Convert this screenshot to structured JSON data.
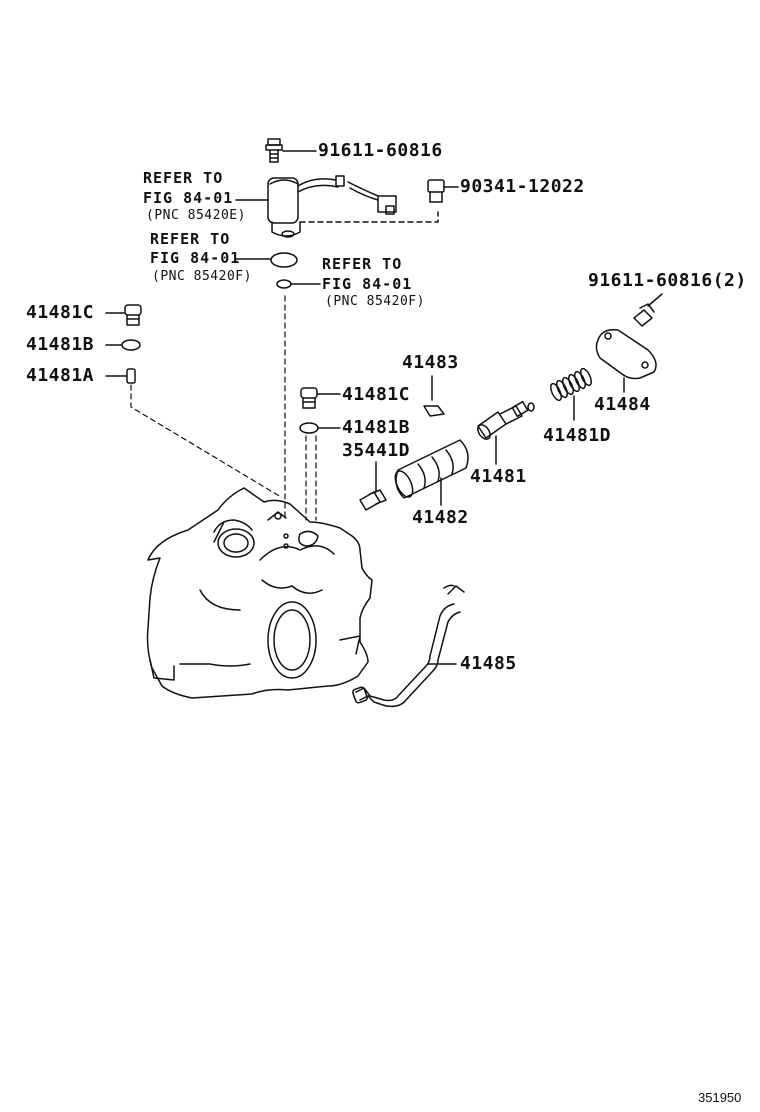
{
  "labels": {
    "p9161160816_top": "91611-60816",
    "p9034112022": "90341-12022",
    "refer1_a": "REFER TO",
    "refer1_b": "FIG 84-01",
    "refer1_c": "(PNC 85420E)",
    "refer2_a": "REFER TO",
    "refer2_b": "FIG 84-01",
    "refer2_c": "(PNC 85420F)",
    "refer3_a": "REFER TO",
    "refer3_b": "FIG 84-01",
    "refer3_c": "(PNC 85420F)",
    "p9161160816_2": "91611-60816(2)",
    "p41481C_left": "41481C",
    "p41481B_left": "41481B",
    "p41481A_left": "41481A",
    "p41483": "41483",
    "p41484": "41484",
    "p41481C_mid": "41481C",
    "p41481B_mid": "41481B",
    "p35441D": "35441D",
    "p41481D": "41481D",
    "p41481": "41481",
    "p41482": "41482",
    "p41485": "41485"
  },
  "figure_number": "351950"
}
